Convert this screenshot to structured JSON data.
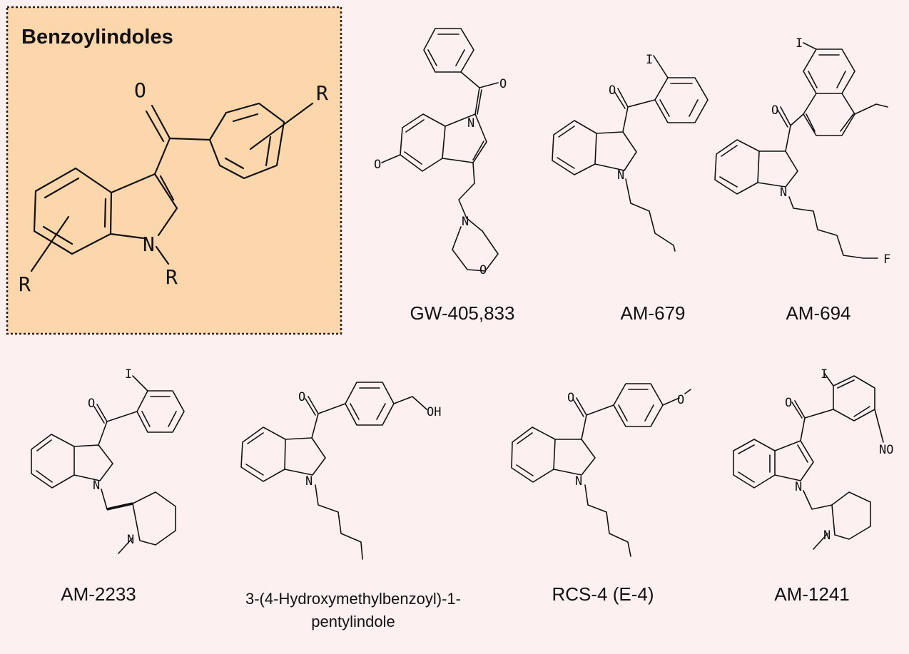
{
  "colors": {
    "background": "#fdf0f0",
    "panel": "#fcd7ac",
    "orange": "#f9a83a",
    "purple": "#ab9ae6",
    "yellow": "#fbdc55",
    "magenta": "#e784dc",
    "green": "#c8e06a"
  },
  "panel": {
    "title": "Benzoylindoles"
  },
  "atoms": {
    "O": "O",
    "N": "N",
    "R": "R",
    "I": "I",
    "F": "F",
    "OH": "OH",
    "NO": "NO"
  },
  "compounds": [
    {
      "name": "GW-405,833"
    },
    {
      "name": "AM-679"
    },
    {
      "name": "AM-694"
    },
    {
      "name": "AM-2233"
    },
    {
      "name": "3-(4-Hydroxymethylbenzoyl)-1-pentylindole"
    },
    {
      "name": "RCS-4 (E-4)"
    },
    {
      "name": "AM-1241"
    }
  ]
}
